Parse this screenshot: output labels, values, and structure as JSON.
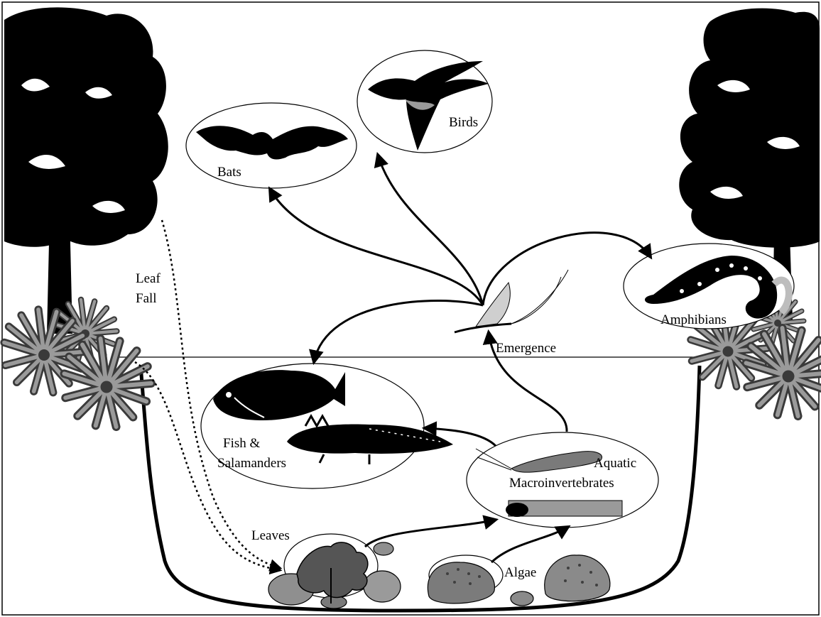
{
  "labels": {
    "bats": "Bats",
    "birds": "Birds",
    "amphibians": "Amphibians",
    "emergence": "Emergence",
    "leaf_fall_line1": "Leaf",
    "leaf_fall_line2": "Fall",
    "fish_line1": "Fish &",
    "fish_line2": "Salamanders",
    "aquatic_line1": "Aquatic",
    "aquatic_line2": "Macroinvertebrates",
    "leaves": "Leaves",
    "algae": "Algae"
  },
  "icons": {
    "tree": "tree-silhouette",
    "fern": "fern-plant",
    "bat": "bat",
    "bird": "bird",
    "salamander": "salamander",
    "fish": "fish",
    "mayfly": "mayfly",
    "larva": "aquatic-larva",
    "leaf": "maple-leaf",
    "rock": "stream-rock"
  },
  "colors": {
    "silhouette": "#000000",
    "fern": "#7a7a7a",
    "rock_fill": "#9a9a9a",
    "rock_dark": "#6b6b6b",
    "halo": "#bdbdbd"
  }
}
